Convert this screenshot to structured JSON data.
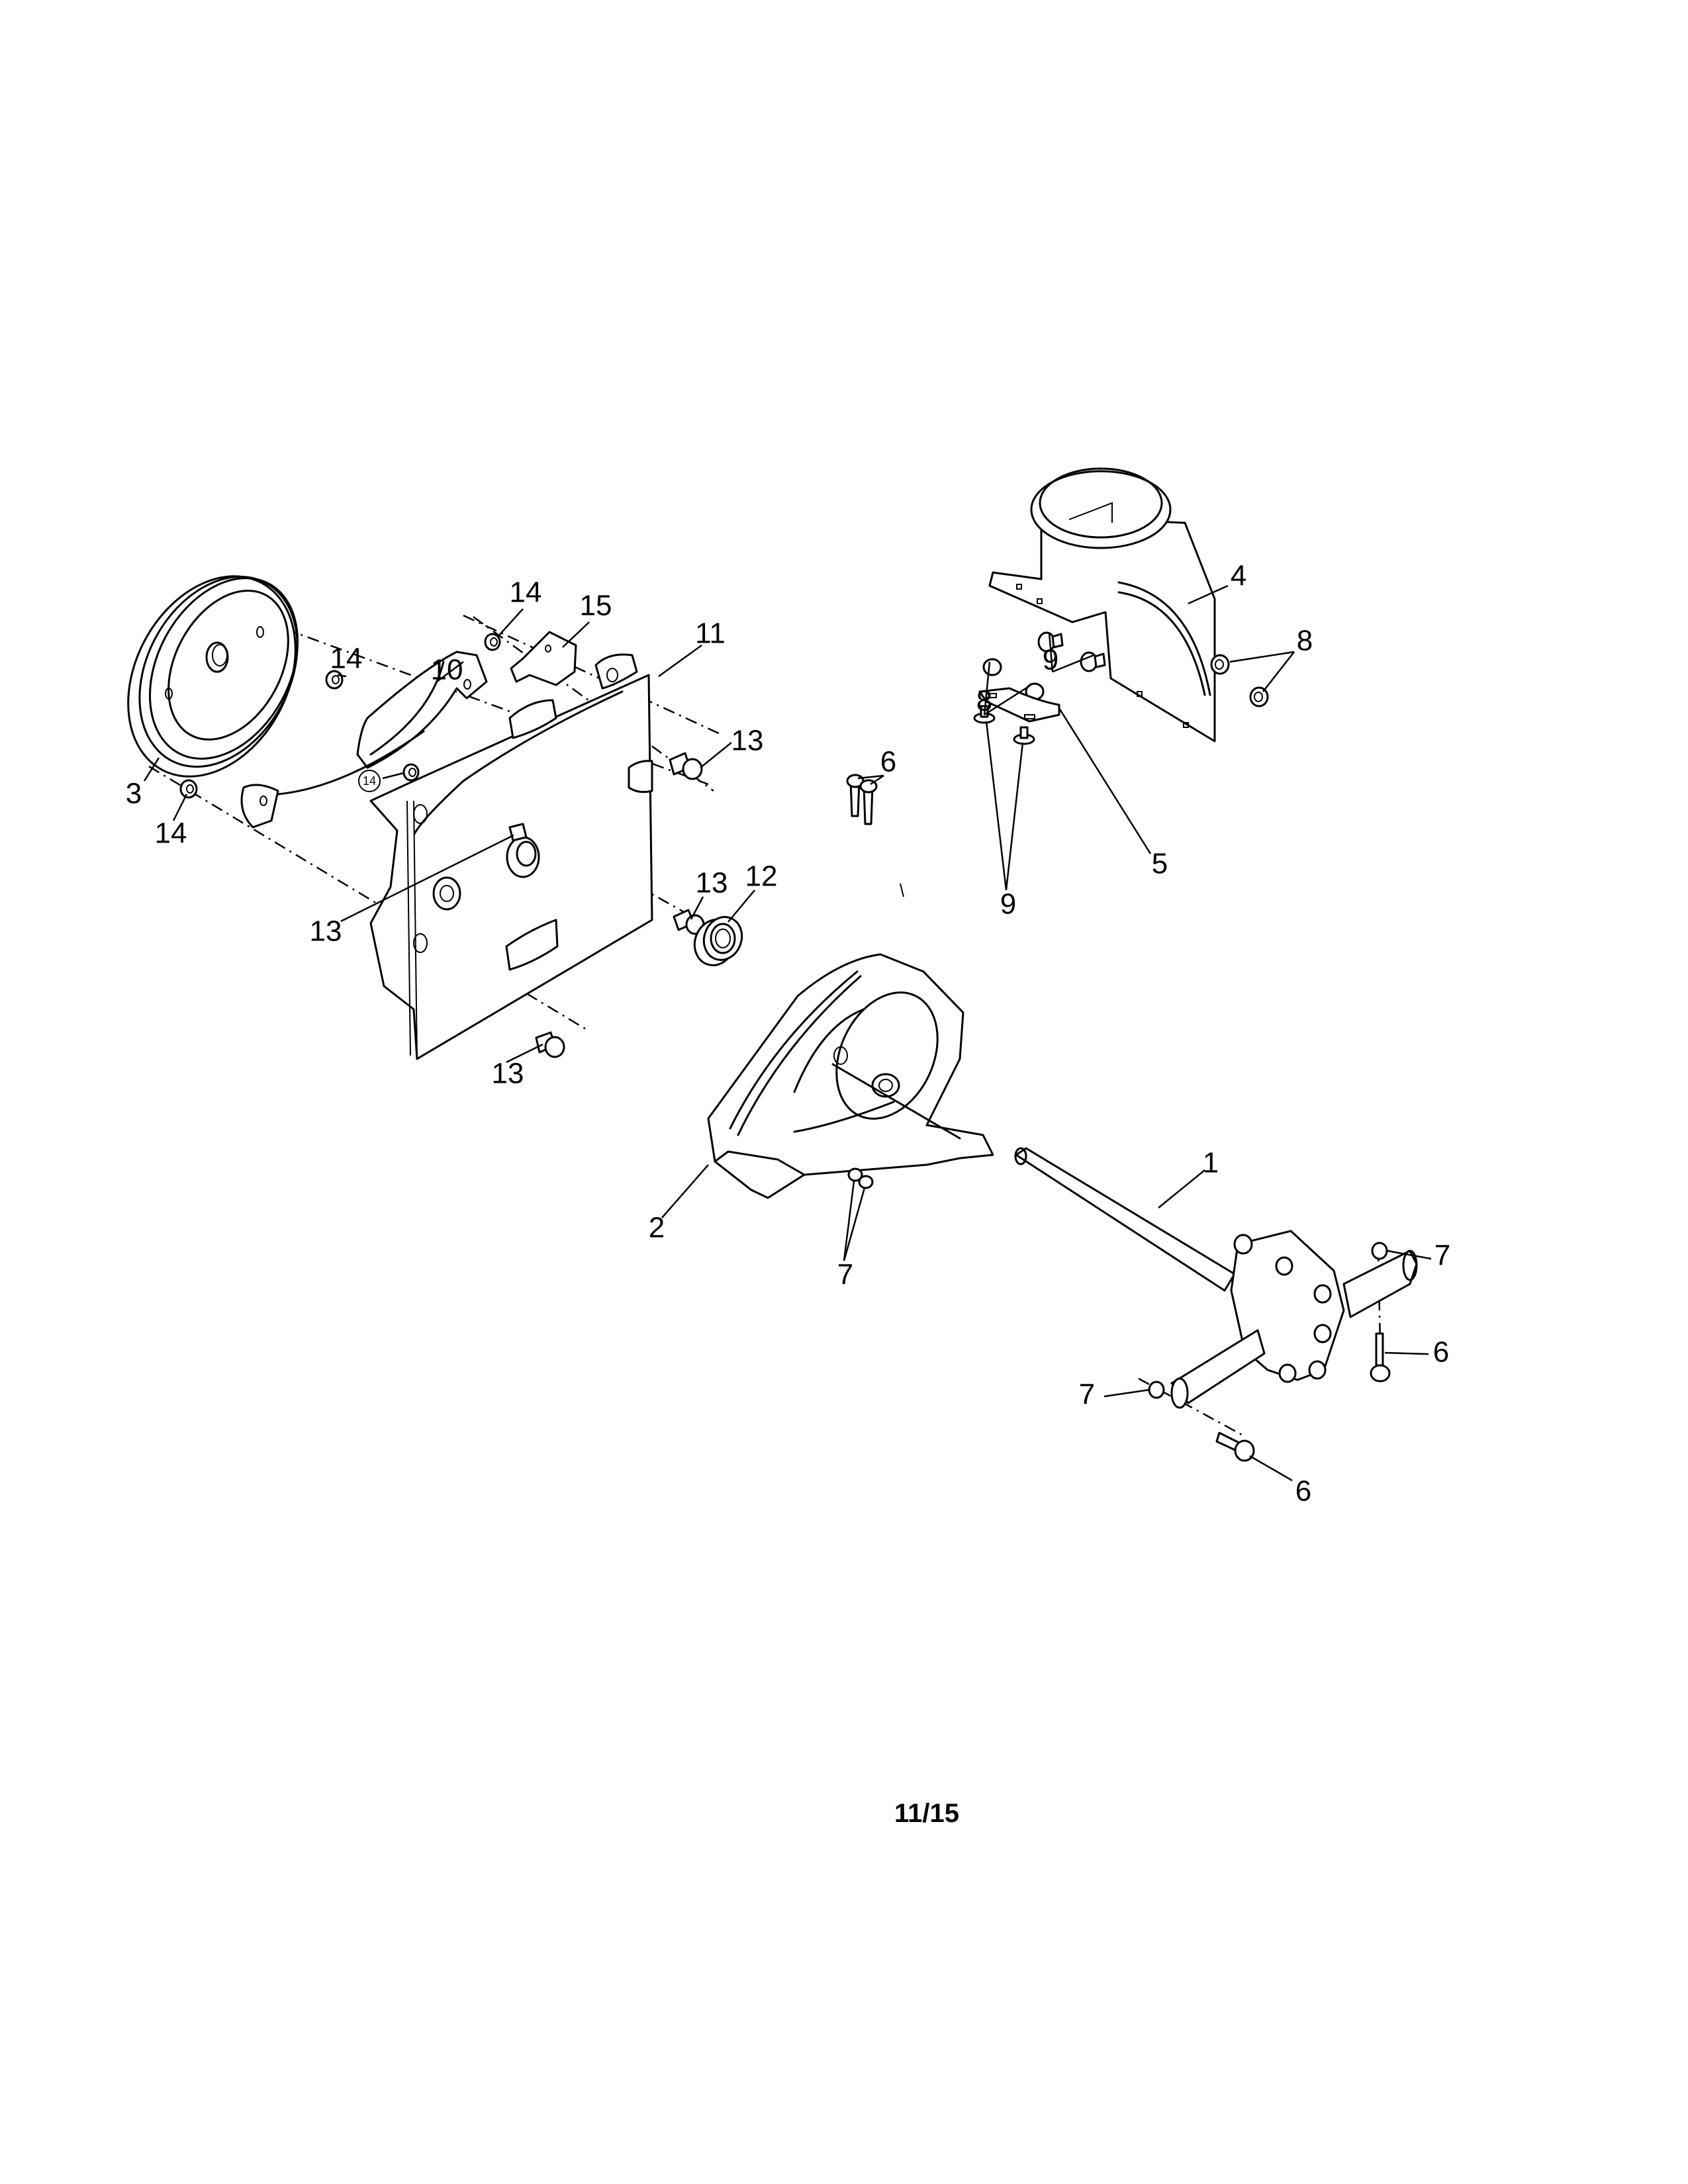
{
  "page": {
    "label": "11/15"
  },
  "colors": {
    "line": "#000000",
    "background": "#ffffff"
  },
  "callouts": {
    "shaft": "1",
    "housing": "2",
    "pulley": "3",
    "chute_adapter": "4",
    "bracket_plate": "5",
    "bolt_top": "6",
    "bolt_right": "6",
    "bolt_bottom": "6",
    "nut_bottom_center": "7",
    "nut_right": "7",
    "nut_left": "7",
    "nut_right_pair": "8",
    "nut_left_pair": "8",
    "rivet_top_pair": "9",
    "rivet_bottom_pair": "9",
    "belt_guide": "10",
    "bearing_support": "11",
    "bearing": "12",
    "screw_right": "13",
    "screw_left": "13",
    "screw_mid": "13",
    "screw_bottom": "13",
    "nut_top": "14",
    "nut_pulley": "14",
    "nut_bottom_left": "14",
    "nut_circled": "14",
    "clip": "15"
  }
}
